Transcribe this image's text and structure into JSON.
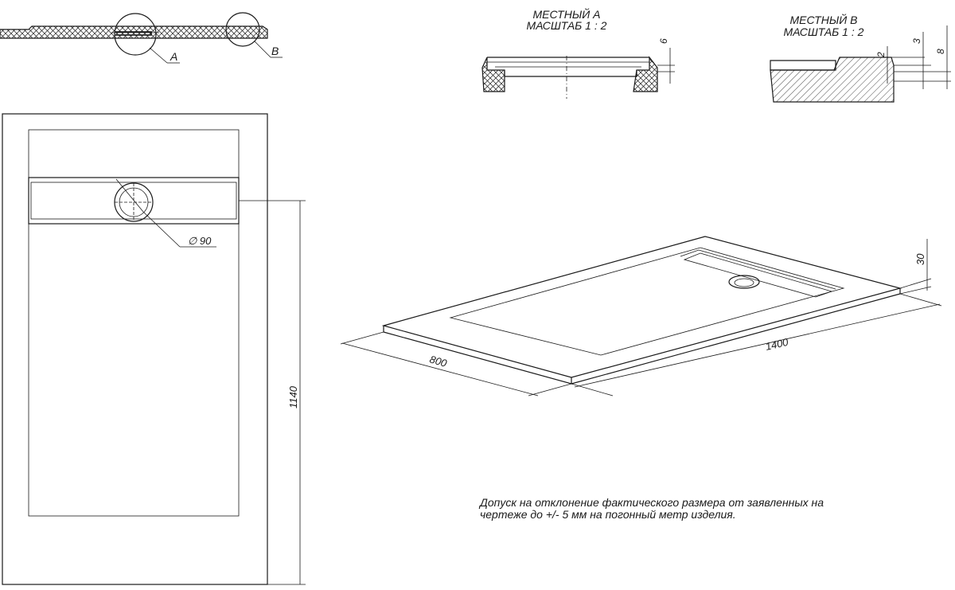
{
  "detail_a": {
    "title": "МЕСТНЫЙ А",
    "scale": "МАСШТАБ 1 : 2",
    "dim_6": "6"
  },
  "detail_b": {
    "title": "МЕСТНЫЙ В",
    "scale": "МАСШТАБ 1 : 2",
    "dim_2": "2",
    "dim_3": "3",
    "dim_8": "8"
  },
  "section": {
    "callout_a": "А",
    "callout_b": "В"
  },
  "plan": {
    "drain_diameter": "∅ 90",
    "length_dim": "1140"
  },
  "isometric": {
    "width_dim": "800",
    "length_dim": "1400",
    "height_dim": "30"
  },
  "note": {
    "line1": "Допуск на отклонение фактического размера от заявленных на",
    "line2": "чертеже до +/- 5 мм на погонный метр изделия."
  }
}
